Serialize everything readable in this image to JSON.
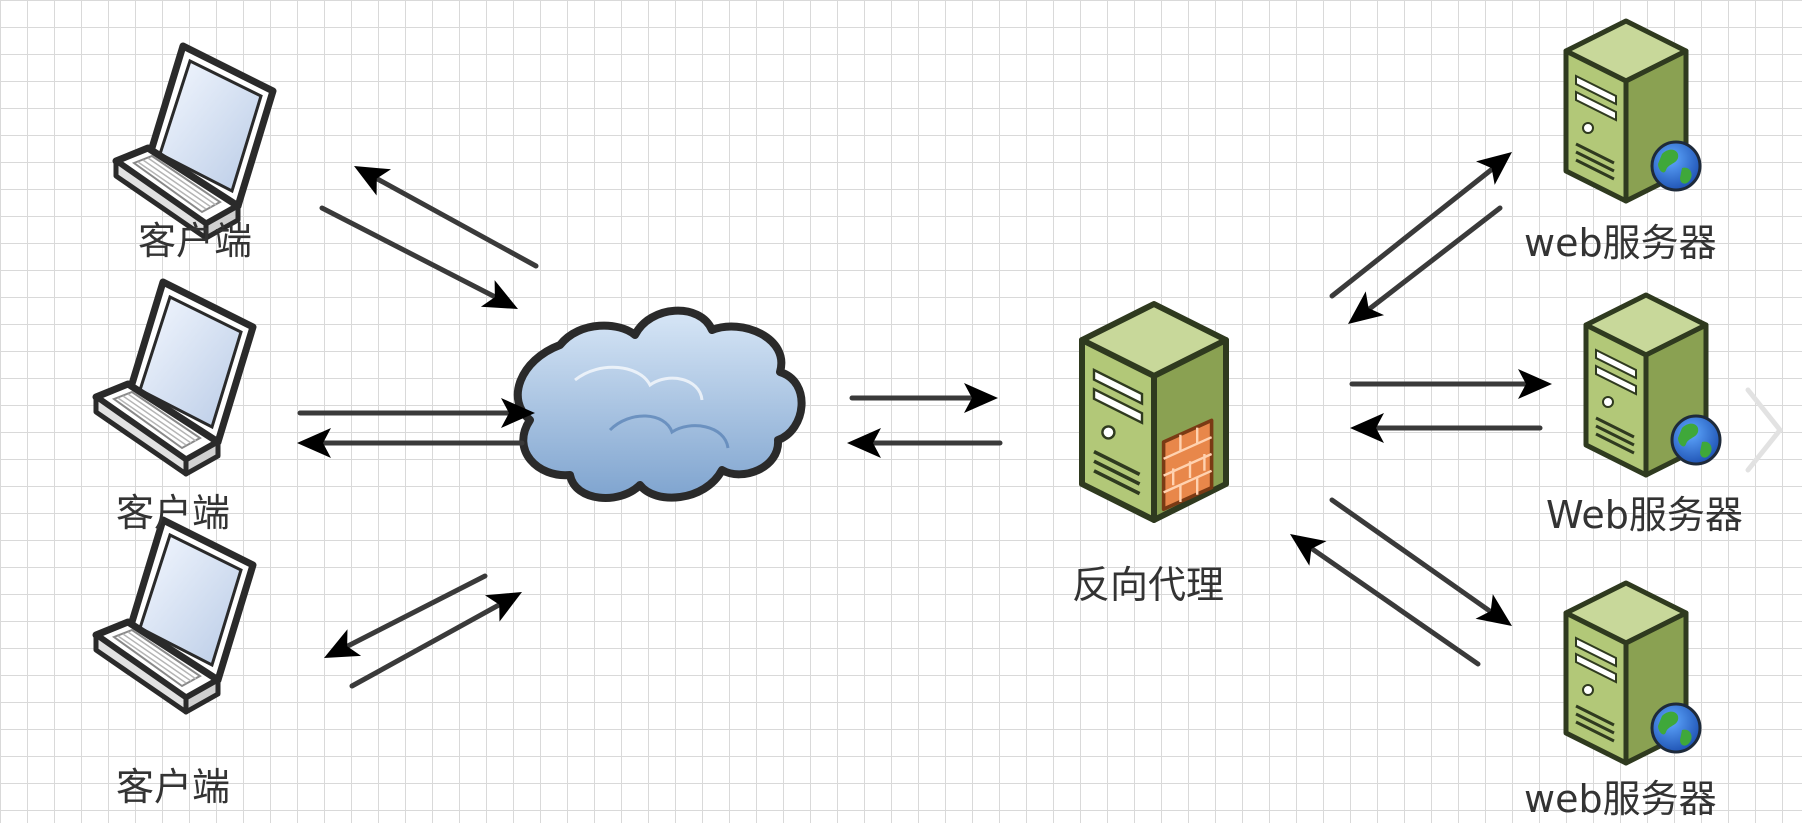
{
  "clients": [
    {
      "label": "客户端"
    },
    {
      "label": "客户端"
    },
    {
      "label": "客户端"
    }
  ],
  "proxy": {
    "label": "反向代理"
  },
  "servers": [
    {
      "label": "web服务器"
    },
    {
      "label": "Web服务器"
    },
    {
      "label": "web服务器"
    }
  ],
  "icons": {
    "client": "laptop-icon",
    "internet": "cloud-icon",
    "proxy": "server-firewall-icon",
    "server": "web-server-icon",
    "nav": "chevron-right-icon"
  },
  "colors": {
    "server_face": "#a8bf6a",
    "server_side": "#879d4f",
    "cloud": "#a9c6e6",
    "firewall": "#e8874a",
    "arrow": "#3a3a3a"
  }
}
